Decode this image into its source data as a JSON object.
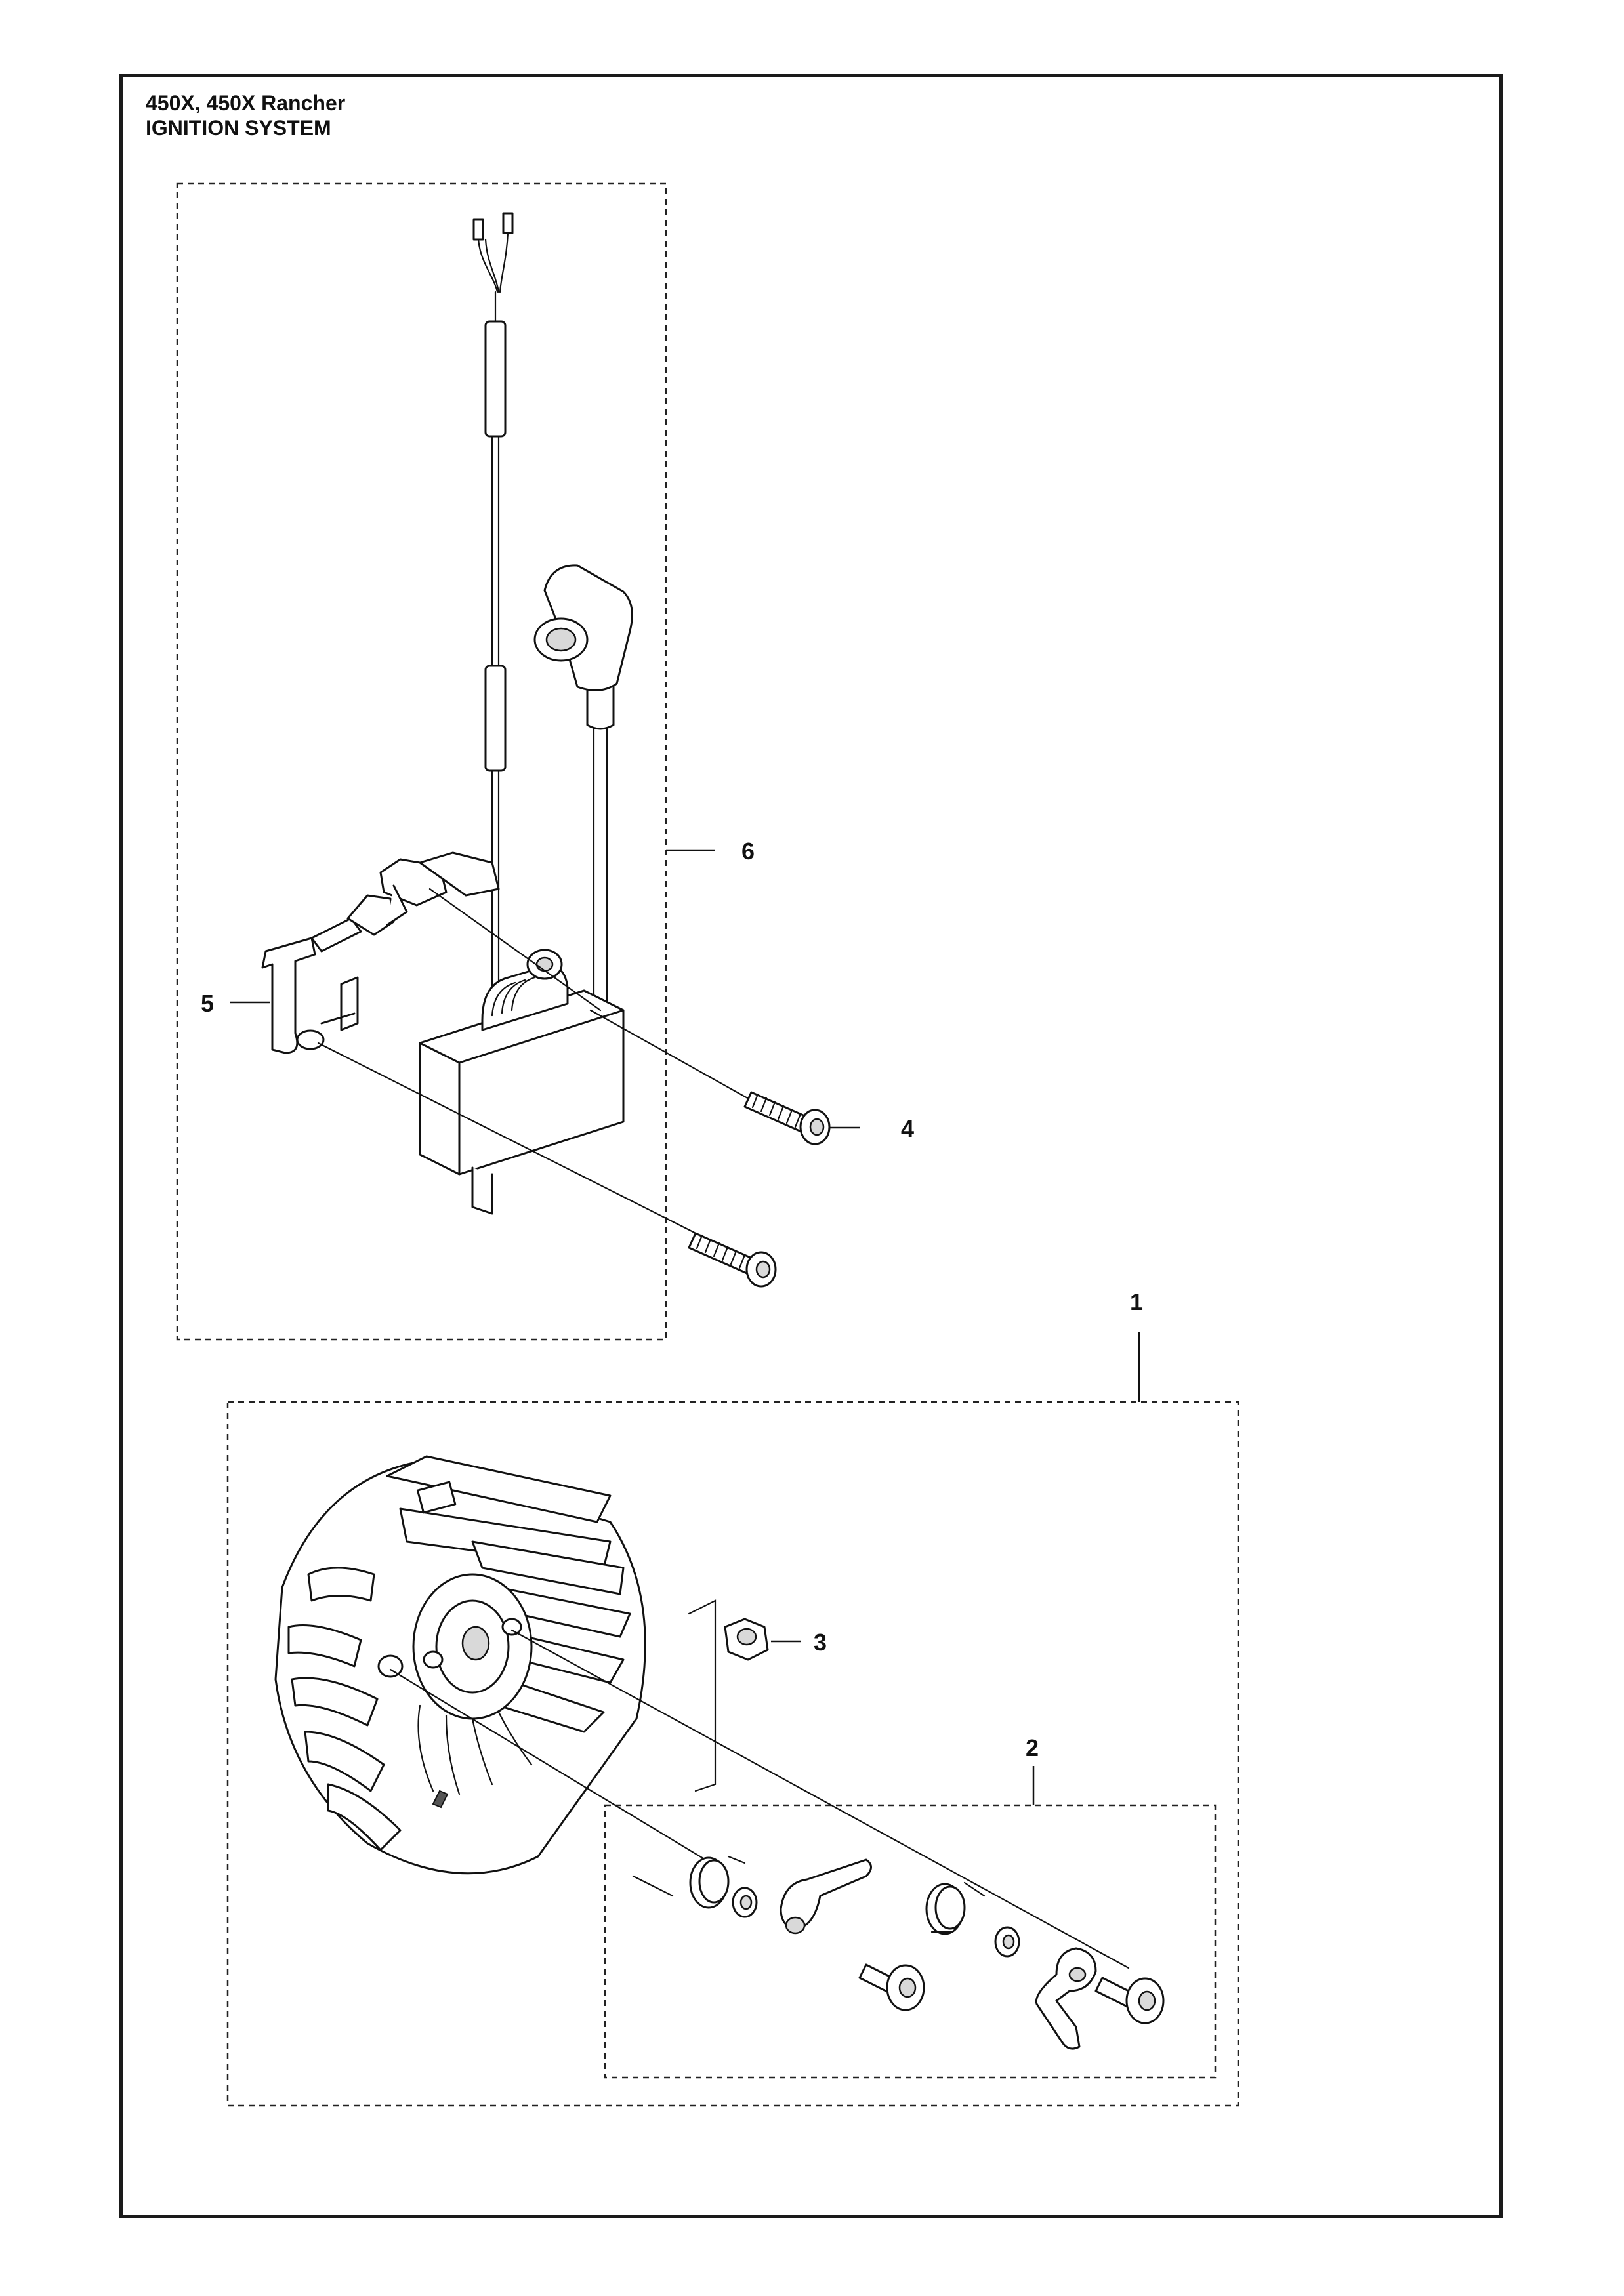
{
  "header": {
    "model": "450X, 450X Rancher",
    "section": "IGNITION SYSTEM"
  },
  "callouts": {
    "flywheel": "1",
    "pawl_kit": "2",
    "flywheel_nut": "3",
    "module_screw": "4",
    "bracket": "5",
    "ignition_module": "6"
  }
}
